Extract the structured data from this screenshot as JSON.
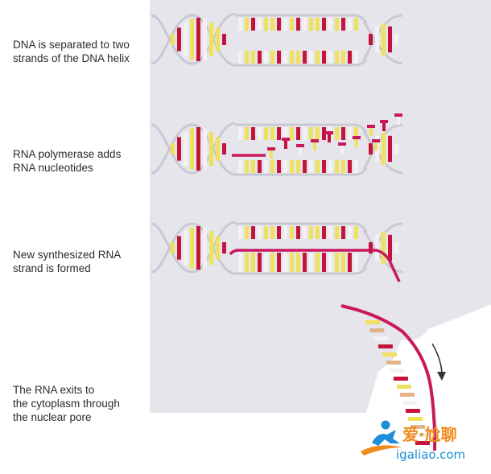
{
  "steps": [
    {
      "lines": [
        "DNA is separated to two",
        "strands of the DNA helix"
      ]
    },
    {
      "lines": [
        "RNA polymerase adds",
        "RNA nucleotides"
      ]
    },
    {
      "lines": [
        "New synthesized RNA",
        "strand is formed"
      ]
    },
    {
      "lines": [
        "The RNA exits to",
        "the cytoplasm through",
        "the nuclear pore"
      ]
    }
  ],
  "watermark": {
    "brand_cn": "爱·尬聊",
    "url": "igaliao.com"
  },
  "colors": {
    "nucleus": "#e6e5ec",
    "backbone": "#c9c9d2",
    "rna": "#c8195e",
    "base_yellow": "#efe15a",
    "base_red": "#c4143c",
    "base_white": "#f2f2f2",
    "base_tan": "#e2b48a"
  }
}
